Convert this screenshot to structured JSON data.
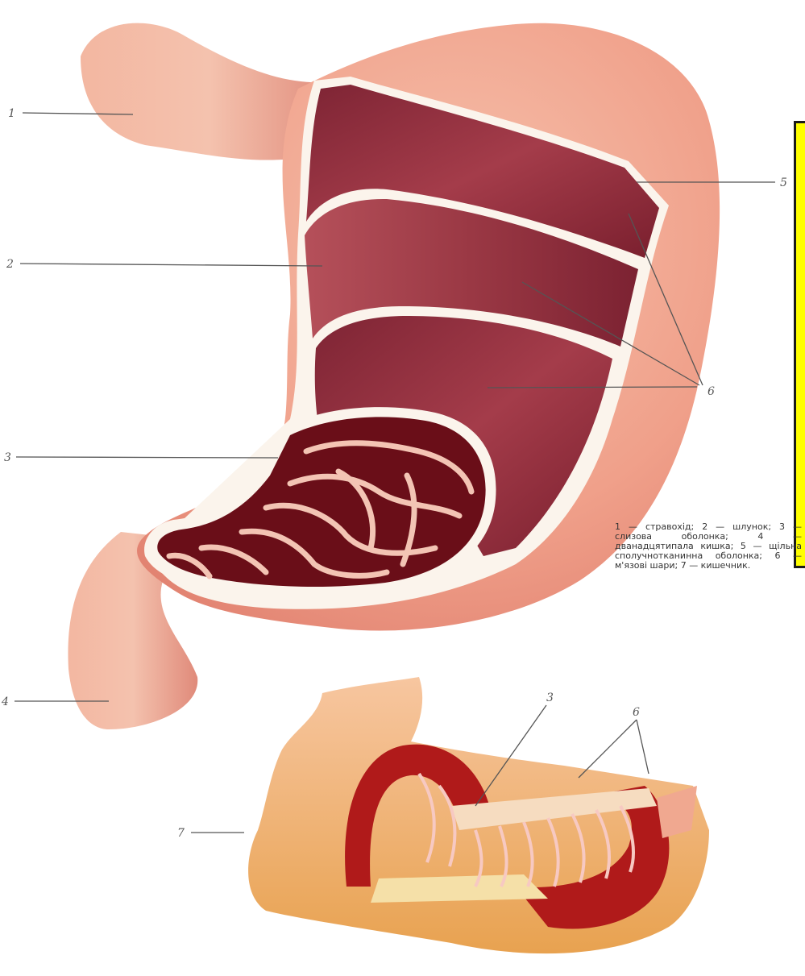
{
  "labels": {
    "l1": "1",
    "l2": "2",
    "l3": "3",
    "l4": "4",
    "l5": "5",
    "l6": "6",
    "l7": "7",
    "l3b": "3",
    "l6b": "6"
  },
  "caption": "1 — стравохід; 2 — шлунок; 3 — слизова оболонка; 4 — дванадцятипала кишка; 5 — щільна сполучнотканинна оболонка; 6 — м'язові шари; 7 — кишечник.",
  "colors": {
    "outer": "#f0a890",
    "muscle": "#8c2a3a",
    "mucosa": "#6a0e18",
    "fold": "#f3c4b4",
    "white": "#fbf4ec",
    "intestine": "#f2b27a",
    "intestine_wall": "#b01a1a",
    "highlight_box": "#ffff00"
  }
}
